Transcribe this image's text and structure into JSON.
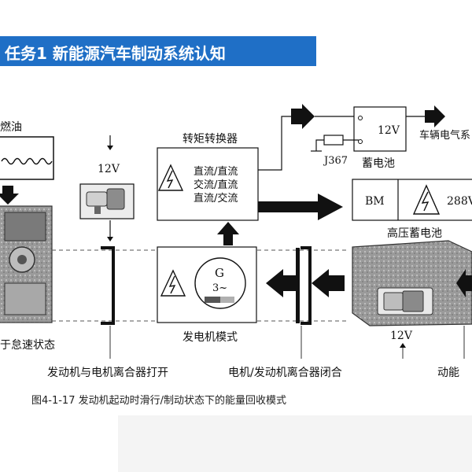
{
  "header": {
    "title": "任务1  新能源汽车制动系统认知"
  },
  "diagram": {
    "fuel_label": "燃油",
    "voltage_top": "12V",
    "torque_converter_title": "转矩转换器",
    "torque_converter_lines": [
      "直流/直流",
      "交流/直流",
      "直流/交流"
    ],
    "battery12_voltage": "12V",
    "battery12_label": "蓄电池",
    "j367_label": "J367",
    "vehicle_electric_label": "车辆电气系",
    "bm_label": "BM",
    "hv_voltage": "288V",
    "hv_battery_label": "高压蓄电池",
    "generator_symbol": "G",
    "generator_phase": "3~",
    "generator_mode_label": "发电机模式",
    "engine_state_label": "于怠速状态",
    "clutch_open_label": "发动机与电机离合器打开",
    "clutch_closed_label": "电机/发动机离合器闭合",
    "kinetic_label": "动能",
    "voltage_right": "12V"
  },
  "caption": "图4-1-17  发动机起动时滑行/制动状态下的能量回收模式"
}
